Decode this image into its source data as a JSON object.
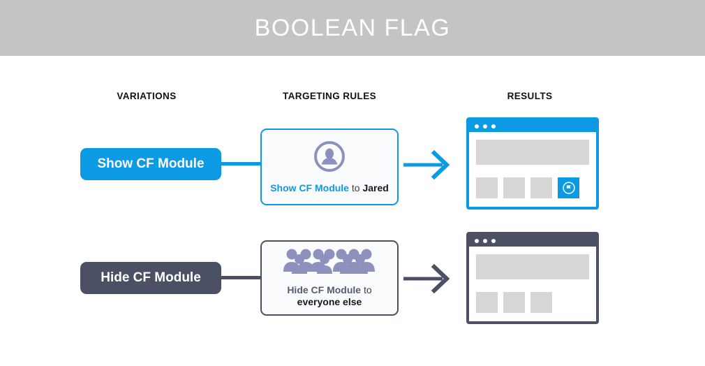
{
  "header": {
    "title": "BOOLEAN FLAG",
    "background_color": "#c4c4c4",
    "text_color": "#ffffff"
  },
  "columns": {
    "variations": "VARIATIONS",
    "targeting_rules": "TARGETING RULES",
    "results": "RESULTS"
  },
  "colors": {
    "accent_blue": "#0d9ae5",
    "slate": "#4c5064",
    "icon_purple": "#8c92bd",
    "placeholder_gray": "#d7d7d7",
    "card_background": "#fafbfd"
  },
  "rows": [
    {
      "variation": {
        "label": "Show CF Module",
        "color": "#0d9ae5"
      },
      "rule": {
        "icon": "person-circle-icon",
        "lead": "Show CF Module",
        "connector": " to ",
        "target": "Jared",
        "border_color": "#0d9ae5"
      },
      "arrow": {
        "name": "arrow-right-blue",
        "color": "#0d9ae5"
      },
      "result": {
        "name": "browser-window-with-flag",
        "chrome_color": "#0d9ae5",
        "tiles": 3,
        "has_flag_tile": true,
        "flag_icon": "flag-circle-icon"
      }
    },
    {
      "variation": {
        "label": "Hide CF Module",
        "color": "#4c5064"
      },
      "rule": {
        "icon": "crowd-of-people-icon",
        "lead": "Hide CF Module",
        "connector": " to",
        "target": "everyone else",
        "border_color": "#4c5064"
      },
      "arrow": {
        "name": "arrow-right-slate",
        "color": "#4c5064"
      },
      "result": {
        "name": "browser-window-without-flag",
        "chrome_color": "#4c5064",
        "tiles": 3,
        "has_flag_tile": false,
        "flag_icon": null
      }
    }
  ]
}
